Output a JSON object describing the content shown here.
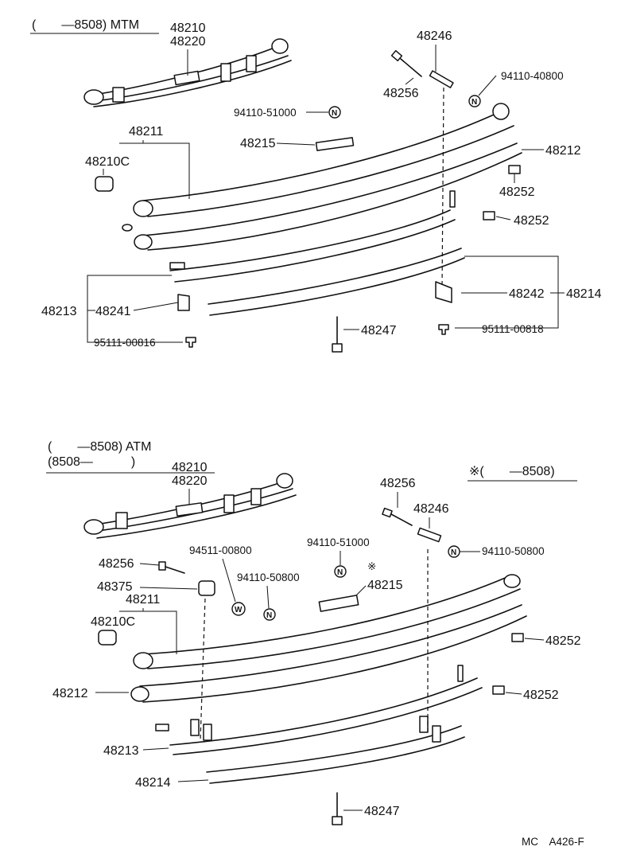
{
  "top": {
    "header": "(　　—8508) MTM",
    "labels": {
      "p48210": "48210",
      "p48220": "48220",
      "p48246": "48246",
      "p48256": "48256",
      "p94110_40800": "94110-40800",
      "p94110_51000": "94110-51000",
      "p48211": "48211",
      "p48210C": "48210C",
      "p48215": "48215",
      "p48212": "48212",
      "p48252a": "48252",
      "p48252b": "48252",
      "p48213": "48213",
      "p48241": "48241",
      "p48242": "48242",
      "p48214": "48214",
      "p95111_00816": "95111-00816",
      "p48247": "48247",
      "p95111_00818": "95111-00818"
    }
  },
  "bottom": {
    "header1": "(　　—8508) ATM",
    "header2": "(8508—　　　)",
    "note": "※(　　—8508)",
    "labels": {
      "p48210": "48210",
      "p48220": "48220",
      "p48256a": "48256",
      "p48246": "48246",
      "p94110_50800a": "94110-50800",
      "p94110_51000": "94110-51000",
      "p48256b": "48256",
      "p94511_00800": "94511-00800",
      "p48375": "48375",
      "p94110_50800b": "94110-50800",
      "p48215": "48215",
      "p48211": "48211",
      "p48210C": "48210C",
      "p48252a": "48252",
      "p48212": "48212",
      "p48252b": "48252",
      "p48213": "48213",
      "p48214": "48214",
      "p48247": "48247"
    }
  },
  "nut_letters": {
    "n": "N",
    "w": "W"
  },
  "footer": "MC　A426-F"
}
